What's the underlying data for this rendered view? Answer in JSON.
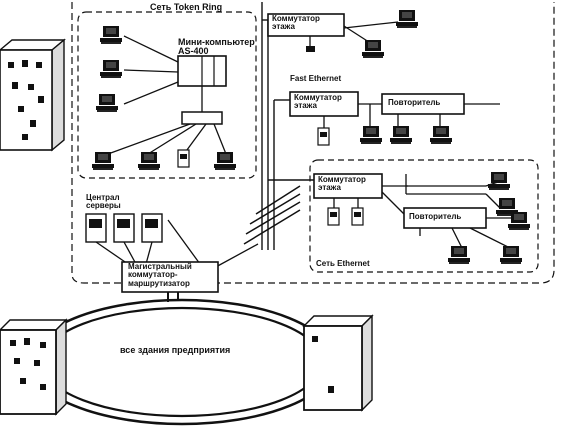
{
  "labels": {
    "token_ring": "Сеть Token Ring",
    "minicomputer_line1": "Мини-компьютер",
    "minicomputer_line2": "AS-400",
    "floor_switch_top_line1": "Коммутатор",
    "floor_switch_top_line2": "этажа",
    "fast_ethernet": "Fast Ethernet",
    "floor_switch_mid_line1": "Коммутатор",
    "floor_switch_mid_line2": "этажа",
    "repeater_mid": "Повторитель",
    "floor_switch_low_line1": "Коммутатор",
    "floor_switch_low_line2": "этажа",
    "repeater_low": "Повторитель",
    "ethernet_net": "Сеть Ethernet",
    "central_servers_line1": "Централ",
    "central_servers_line2": "серверы",
    "backbone_line1": "Магистральный",
    "backbone_line2": "коммутатор-",
    "backbone_line3": "маршрутизатор",
    "campus": "все здания предприятия"
  },
  "colors": {
    "ink": "#111111",
    "paper": "#ffffff",
    "screen": "#111111",
    "box_fill": "#f4f4f4"
  }
}
